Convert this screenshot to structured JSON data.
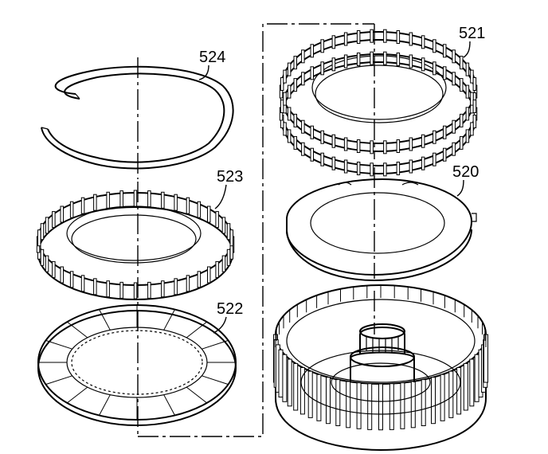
{
  "diagram": {
    "callouts": {
      "c524": "524",
      "c523": "523",
      "c522": "522",
      "c521": "521",
      "c520": "520"
    },
    "parts": [
      {
        "id": "524",
        "kind": "snap-ring"
      },
      {
        "id": "523",
        "kind": "toothed-backing-plate"
      },
      {
        "id": "522",
        "kind": "friction-plate"
      },
      {
        "id": "521",
        "kind": "toothed-steel-plates"
      },
      {
        "id": "520",
        "kind": "wave-plate"
      },
      {
        "id": "housing",
        "kind": "clutch-housing-hub"
      }
    ]
  }
}
